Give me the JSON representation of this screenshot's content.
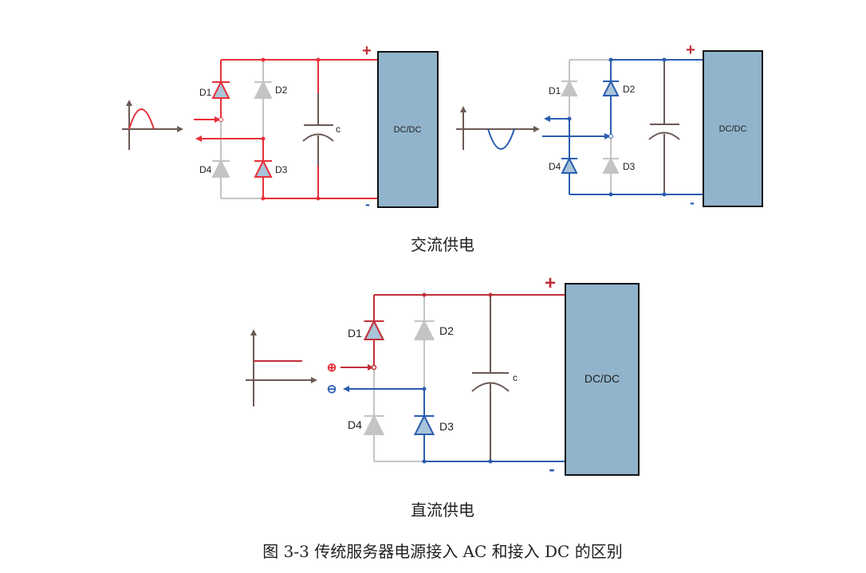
{
  "colors": {
    "red": "#e8303a",
    "dark_red": "#c0303a",
    "blue": "#2a5db0",
    "gray": "#c4c4c4",
    "brown": "#6b5a55",
    "box_fill": "#91b3cb",
    "diode_fill": "#a9c3d8"
  },
  "ac_circuit_1": {
    "diodes": [
      "D1",
      "D2",
      "D3",
      "D4"
    ],
    "capacitor": "c",
    "converter": "DC/DC",
    "plus": "+",
    "minus": "-"
  },
  "ac_circuit_2": {
    "diodes": [
      "D1",
      "D2",
      "D3",
      "D4"
    ],
    "converter": "DC/DC",
    "plus": "+",
    "minus": "-"
  },
  "ac_caption": "交流供电",
  "dc_circuit": {
    "diodes": [
      "D1",
      "D2",
      "D3",
      "D4"
    ],
    "capacitor": "c",
    "converter": "DC/DC",
    "plus": "+",
    "minus": "-",
    "input_plus": "⊕",
    "input_minus": "⊖"
  },
  "dc_caption": "直流供电",
  "figure_caption": "图 3-3 传统服务器电源接入 AC 和接入 DC 的区别"
}
